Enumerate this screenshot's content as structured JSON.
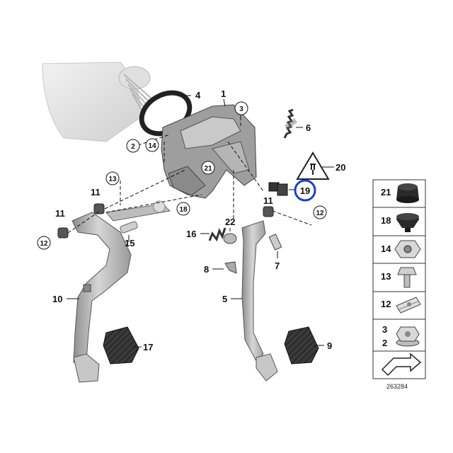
{
  "diagram": {
    "callouts": {
      "c1": "1",
      "c4": "4",
      "c6": "6",
      "c20": "20",
      "c11a": "11",
      "c11b": "11",
      "c11c": "11",
      "c15": "15",
      "c16": "16",
      "c22": "22",
      "c7": "7",
      "c8": "8",
      "c10": "10",
      "c5": "5",
      "c17": "17",
      "c9": "9"
    },
    "circled_callouts": {
      "r3": "3",
      "r2": "2",
      "r14": "14",
      "r21": "21",
      "r13": "13",
      "r18": "18",
      "r12a": "12",
      "r12b": "12",
      "r19": "19"
    },
    "highlight_color": "#1a3fd6",
    "legend": {
      "items": [
        {
          "label": "21",
          "icon": "rubber-grommet-icon"
        },
        {
          "label": "18",
          "icon": "rubber-bumper-icon"
        },
        {
          "label": "14",
          "icon": "hex-nut-icon"
        },
        {
          "label": "13",
          "icon": "hex-bolt-icon"
        },
        {
          "label": "12",
          "icon": "clip-nut-icon"
        },
        {
          "label_top": "3",
          "label_bottom": "2",
          "icon": "flange-nut-icon"
        },
        {
          "label": "",
          "icon": "arrow-icon"
        }
      ]
    },
    "reference_number": "263284"
  }
}
